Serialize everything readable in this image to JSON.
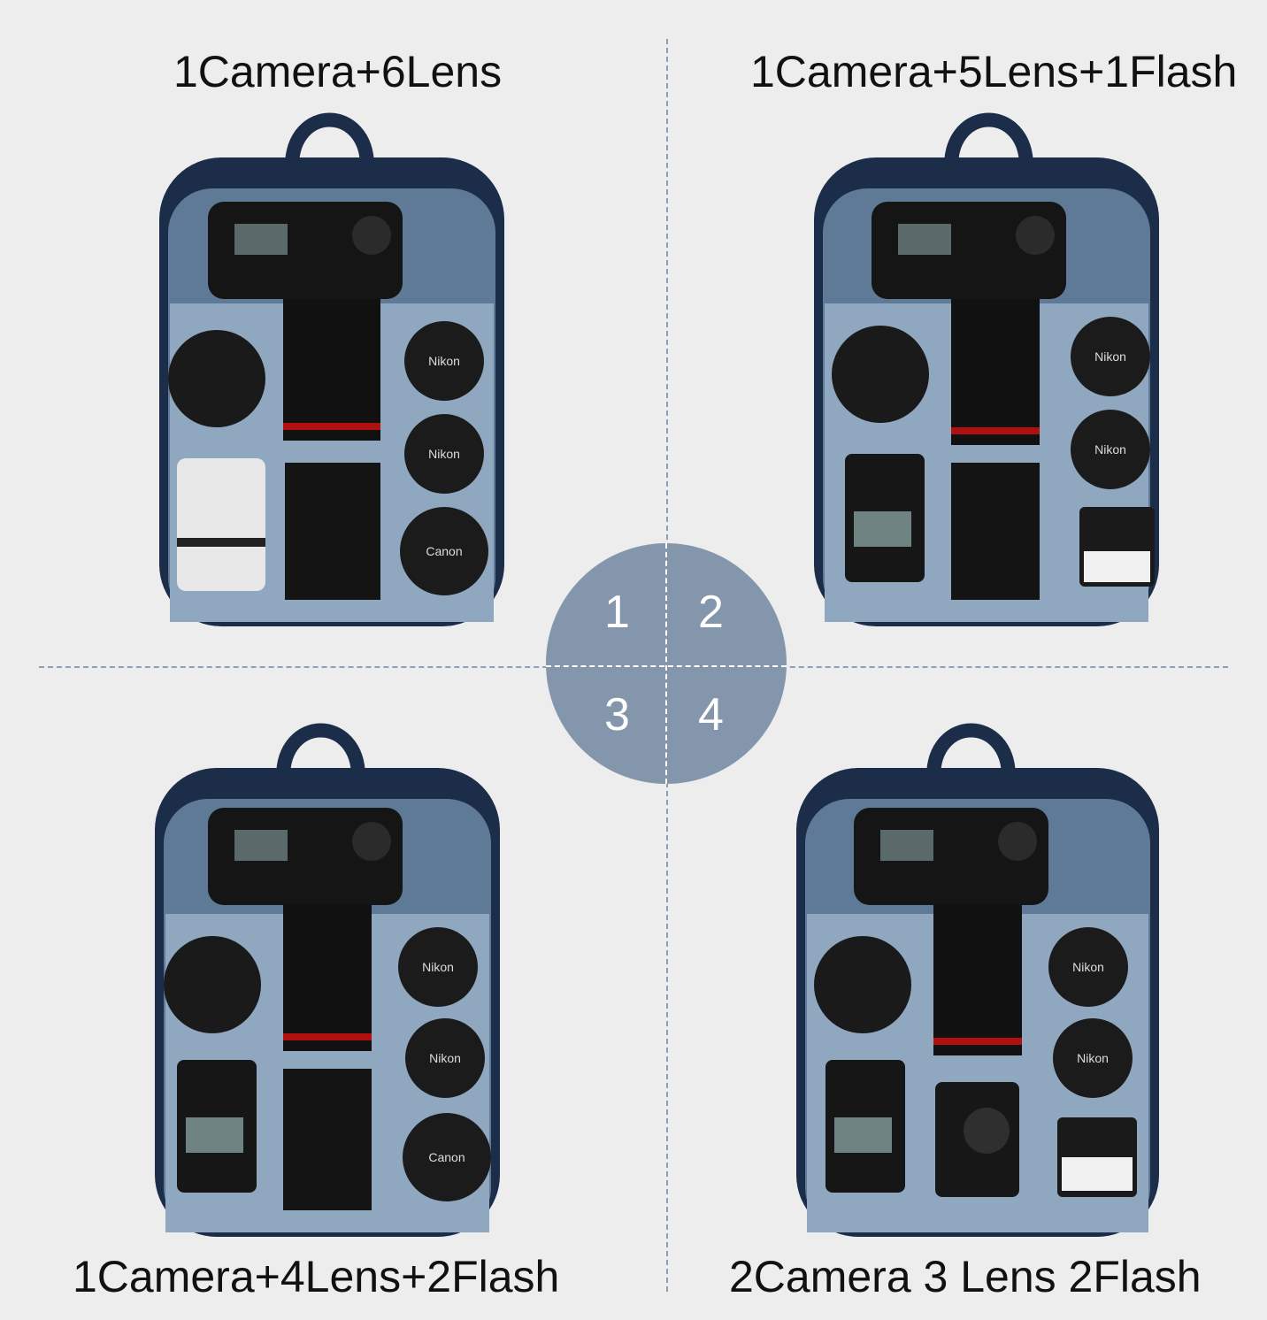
{
  "layouts": [
    {
      "number": "1",
      "label": "1Camera+6Lens"
    },
    {
      "number": "2",
      "label": "1Camera+5Lens+1Flash"
    },
    {
      "number": "3",
      "label": "1Camera+4Lens+2Flash"
    },
    {
      "number": "4",
      "label": "2Camera 3 Lens 2Flash"
    }
  ],
  "lens_cap_brands": {
    "nikon": "Nikon",
    "canon": "Canon"
  },
  "colors": {
    "background": "#ededee",
    "bag_navy": "#1c2d4a",
    "padding_blue": "#8fa8c0",
    "badge": "#8396ab"
  }
}
